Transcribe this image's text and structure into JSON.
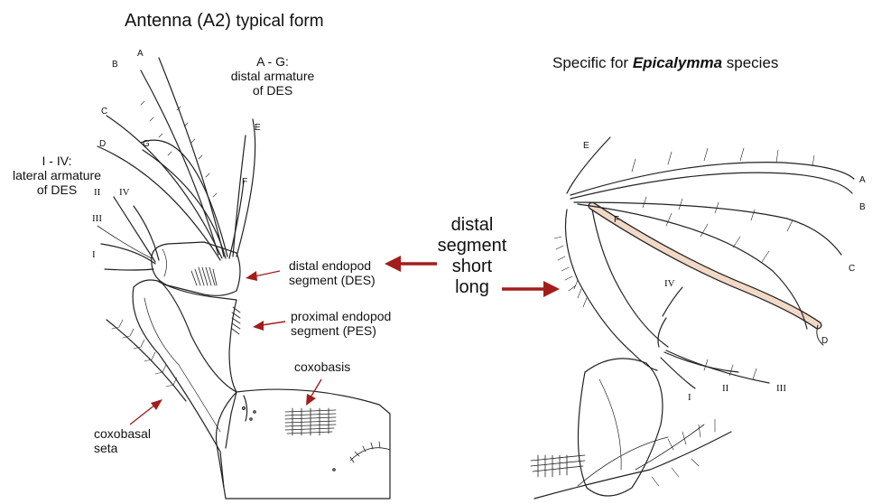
{
  "titles": {
    "left_main": "Antenna (A2)",
    "left_sub": "typical form",
    "right_prefix": "Specific for ",
    "right_genus": "Epicalymma",
    "right_suffix": " species"
  },
  "labels": {
    "distal_armature_line1": "A - G:",
    "distal_armature_line2": "distal armature",
    "distal_armature_line3": "of DES",
    "lateral_armature_line1": "I - IV:",
    "lateral_armature_line2": "lateral armature",
    "lateral_armature_line3": "of DES",
    "des_line1": "distal endopod",
    "des_line2": "segment (DES)",
    "pes_line1": "proximal endopod",
    "pes_line2": "segment (PES)",
    "coxobasis": "coxobasis",
    "coxobasal_line1": "coxobasal",
    "coxobasal_line2": "seta"
  },
  "center": {
    "line1": "distal",
    "line2": "segment",
    "line3": "short",
    "line4": "long"
  },
  "left_setae": {
    "A": "A",
    "B": "B",
    "C": "C",
    "D": "D",
    "E": "E",
    "F": "F",
    "G": "G",
    "I": "I",
    "II": "II",
    "III": "III",
    "IV": "IV"
  },
  "right_setae": {
    "A": "A",
    "B": "B",
    "C": "C",
    "D": "D",
    "E": "E",
    "F": "F",
    "I": "I",
    "II": "II",
    "III": "III",
    "IV": "IV"
  },
  "colors": {
    "arrow": "#a31d1d",
    "drawing": "#222222",
    "highlight": "#f2d9c6"
  }
}
